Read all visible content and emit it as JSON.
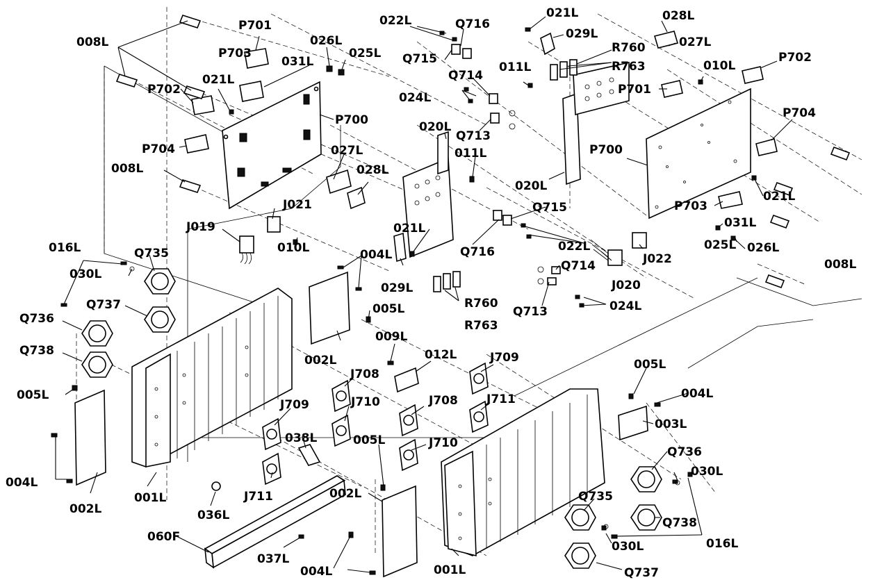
{
  "labels": {
    "l001": "008L",
    "l002": "P701",
    "l003": "026L",
    "l004": "025L",
    "l005": "022L",
    "l006": "Q716",
    "l007": "021L",
    "l008": "028L",
    "l009": "P703",
    "l010": "031L",
    "l011": "029L",
    "l012": "027L",
    "l013": "R760",
    "l014": "R763",
    "l015": "Q715",
    "l016": "Q714",
    "l017": "011L",
    "l018": "010L",
    "l019": "P702",
    "l020": "021L",
    "l021": "P702",
    "l022": "024L",
    "l023": "P701",
    "l024": "P700",
    "l025": "Q713",
    "l026": "P704",
    "l027": "020L",
    "l028": "011L",
    "l029": "P704",
    "l030": "027L",
    "l031": "P700",
    "l032": "008L",
    "l033": "028L",
    "l034": "020L",
    "l035": "021L",
    "l036": "P703",
    "l037": "J021",
    "l038": "Q715",
    "l039": "031L",
    "l040": "J019",
    "l041": "021L",
    "l042": "025L",
    "l043": "026L",
    "l044": "010L",
    "l045": "J022",
    "l046": "016L",
    "l047": "Q716",
    "l048": "022L",
    "l049": "008L",
    "l050": "Q735",
    "l051": "004L",
    "l052": "030L",
    "l053": "Q714",
    "l054": "J020",
    "l055": "Q737",
    "l056": "029L",
    "l057": "005L",
    "l058": "Q736",
    "l059": "R760",
    "l060": "R763",
    "l061": "Q713",
    "l062": "024L",
    "l063": "Q738",
    "l064": "002L",
    "l065": "009L",
    "l066": "012L",
    "l067": "J709",
    "l068": "J708",
    "l069": "005L",
    "l070": "005L",
    "l071": "004L",
    "l072": "J710",
    "l073": "J708",
    "l074": "J711",
    "l075": "J709",
    "l076": "003L",
    "l077": "038L",
    "l078": "J710",
    "l079": "005L",
    "l080": "Q736",
    "l081": "030L",
    "l082": "004L",
    "l083": "Q735",
    "l084": "001L",
    "l085": "002L",
    "l086": "J711",
    "l087": "036L",
    "l088": "Q738",
    "l089": "002L",
    "l090": "060F",
    "l091": "030L",
    "l092": "016L",
    "l093": "037L",
    "l094": "004L",
    "l095": "001L",
    "l096": "Q737"
  }
}
